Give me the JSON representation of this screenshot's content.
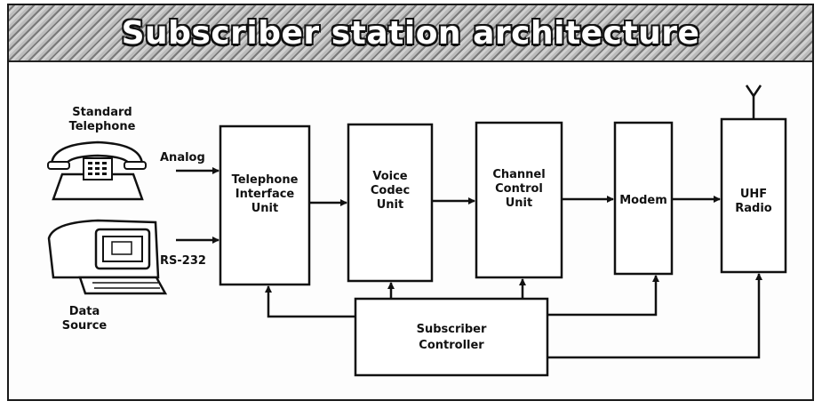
{
  "title": "Subscriber station architecture",
  "inputs": {
    "telephone": {
      "label_line1": "Standard",
      "label_line2": "Telephone",
      "signal": "Analog"
    },
    "data_source": {
      "label_line1": "Data",
      "label_line2": "Source",
      "signal": "RS-232"
    }
  },
  "blocks": {
    "telephone_interface": [
      "Telephone",
      "Interface",
      "Unit"
    ],
    "voice_codec": [
      "Voice",
      "Codec",
      "Unit"
    ],
    "channel_control": [
      "Channel",
      "Control",
      "Unit"
    ],
    "modem": [
      "Modem"
    ],
    "uhf_radio": [
      "UHF",
      "Radio"
    ],
    "subscriber_controller": [
      "Subscriber",
      "Controller"
    ]
  },
  "icons": {
    "telephone": "telephone-icon",
    "terminal": "computer-terminal-icon",
    "antenna": "antenna-icon"
  }
}
